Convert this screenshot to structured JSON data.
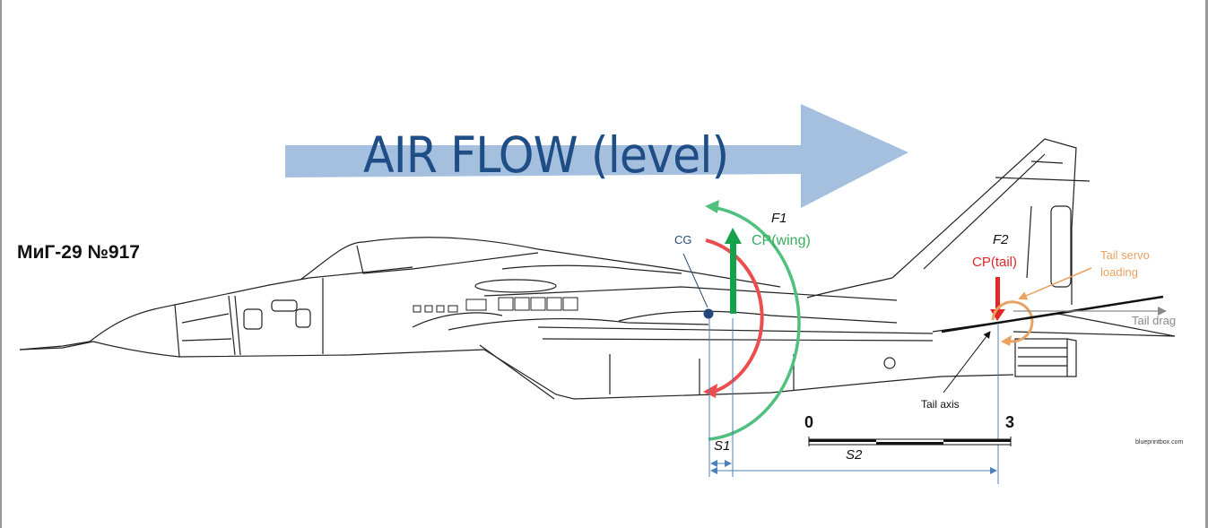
{
  "title": "МиГ-29 №917",
  "airflow_label": "AIR FLOW (level)",
  "colors": {
    "airflow_arrow": "#a5bfdf",
    "airflow_text": "#1f4e86",
    "wing_force": "#16a14b",
    "wing_moment": "#4fc07e",
    "tail_force": "#e2262a",
    "cg_moment": "#ea4e4e",
    "servo": "#e8a260",
    "dimension": "#4f7fb6",
    "drag": "#8a8a8a"
  },
  "forces": {
    "wing": {
      "name": "F1",
      "label": "CP(wing)",
      "direction": "up"
    },
    "tail": {
      "name": "F2",
      "label": "CP(tail)",
      "direction": "down"
    }
  },
  "cg_label": "CG",
  "servo_label_line1": "Tail servo",
  "servo_label_line2": "loading",
  "tail_drag_label": "Tail drag",
  "tail_axis_label": "Tail axis",
  "scale_bar": {
    "start": "0",
    "end": "3"
  },
  "dimensions": {
    "s1": "S1",
    "s2": "S2"
  },
  "credit": "blueprintbox.com"
}
